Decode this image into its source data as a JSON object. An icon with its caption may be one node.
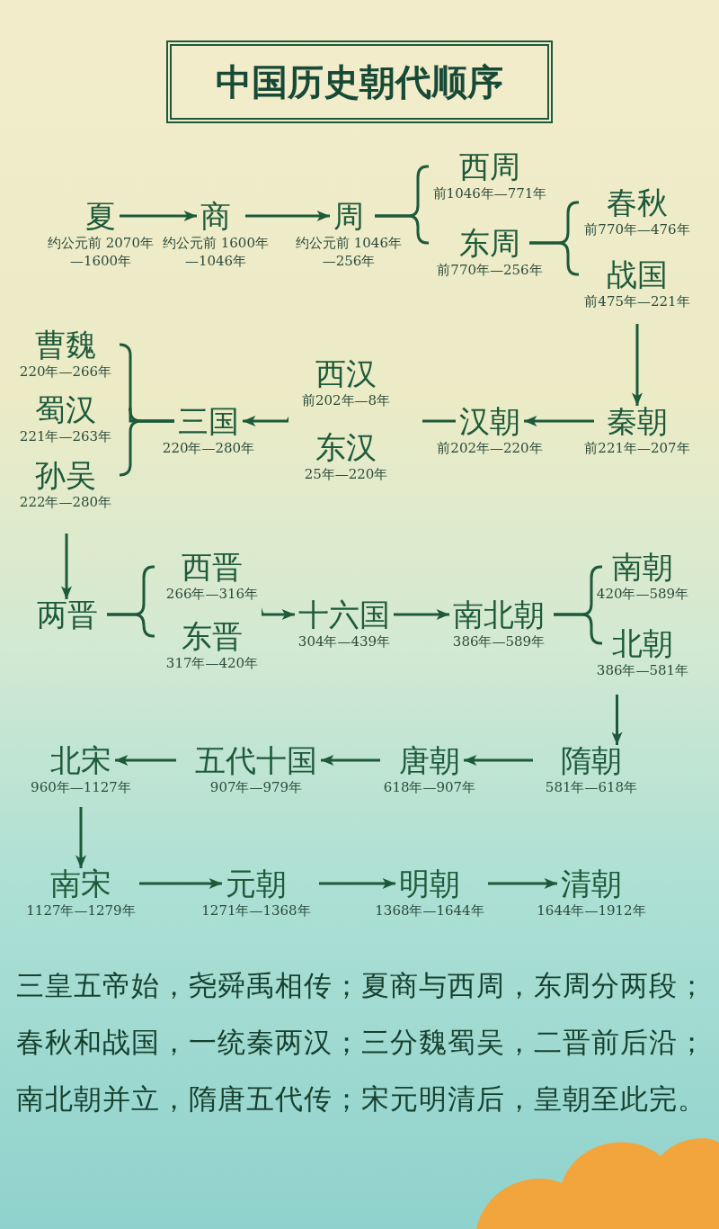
{
  "diagram": {
    "title": "中国历史朝代顺序",
    "nodes": [
      {
        "text": [
          "夏"
        ],
        "beside": [
          "约公元前 2070年—1600年"
        ]
      },
      {
        "text": [
          "商"
        ],
        "beside": [
          "约公元前 1600年—1046年"
        ]
      },
      {
        "text": [
          "周"
        ],
        "beside": [
          "约公元前 1046年—256年"
        ]
      },
      {
        "text": [
          "西周"
        ],
        "beside": [
          "前1046年—771年"
        ]
      },
      {
        "text": [
          "东周"
        ],
        "beside": [
          "前770年—256年"
        ]
      },
      {
        "text": [
          "春秋"
        ],
        "beside": [
          "前770年—476年"
        ]
      },
      {
        "text": [
          "战国"
        ],
        "beside": [
          "前475年—221年"
        ]
      },
      {
        "text": [
          "曹魏"
        ],
        "beside": [
          "220年—266年"
        ]
      },
      {
        "text": [
          "蜀汉"
        ],
        "beside": [
          "221年—263年"
        ]
      },
      {
        "text": [
          "孙吴"
        ],
        "beside": [
          "222年—280年"
        ]
      },
      {
        "text": [
          "三国"
        ],
        "beside": [
          "220年—280年"
        ]
      },
      {
        "text": [
          "西汉"
        ],
        "beside": [
          "前202年—8年"
        ]
      },
      {
        "text": [
          "东汉"
        ],
        "beside": [
          "25年—220年"
        ]
      },
      {
        "text": [
          "汉朝"
        ],
        "beside": [
          "前202年—220年"
        ]
      },
      {
        "text": [
          "秦朝"
        ],
        "beside": [
          "前221年—207年"
        ]
      },
      {
        "text": [
          "两晋"
        ]
      },
      {
        "text": [
          "西晋"
        ],
        "beside": [
          "266年—316年"
        ]
      },
      {
        "text": [
          "东晋"
        ],
        "beside": [
          "317年—420年"
        ]
      },
      {
        "text": [
          "十六国"
        ],
        "beside": [
          "304年—439年"
        ]
      },
      {
        "text": [
          "南北朝"
        ],
        "beside": [
          "386年—589年"
        ]
      },
      {
        "text": [
          "南朝"
        ],
        "beside": [
          "420年—589年"
        ]
      },
      {
        "text": [
          "北朝"
        ],
        "beside": [
          "386年—581年"
        ]
      },
      {
        "text": [
          "北宋"
        ],
        "beside": [
          "960年—1127年"
        ]
      },
      {
        "text": [
          "五代十国"
        ],
        "beside": [
          "907年—979年"
        ]
      },
      {
        "text": [
          "唐朝"
        ],
        "beside": [
          "618年—907年"
        ]
      },
      {
        "text": [
          "隋朝"
        ],
        "beside": [
          "581年—618年"
        ]
      },
      {
        "text": [
          "南宋"
        ],
        "beside": [
          "1127年—1279年"
        ]
      },
      {
        "text": [
          "元朝"
        ],
        "beside": [
          "1271年—1368年"
        ]
      },
      {
        "text": [
          "明朝"
        ],
        "beside": [
          "1368年—1644年"
        ]
      },
      {
        "text": [
          "清朝"
        ],
        "beside": [
          "1644年—1912年"
        ]
      }
    ],
    "edges": [
      {
        "from": 0,
        "to": 1,
        "arrow": "to"
      },
      {
        "from": 1,
        "to": 2,
        "arrow": "to"
      },
      {
        "from": 2,
        "to": 3,
        "arrow": "none"
      },
      {
        "from": 2,
        "to": 4,
        "arrow": "none"
      },
      {
        "from": 4,
        "to": 5,
        "arrow": "none"
      },
      {
        "from": 4,
        "to": 6,
        "arrow": "none"
      },
      {
        "from": 6,
        "to": 14,
        "arrow": "to"
      },
      {
        "from": 14,
        "to": 13,
        "arrow": "to"
      },
      {
        "from": null,
        "to": 13,
        "arrow": "none"
      },
      {
        "from": 11,
        "to": 10,
        "arrow": "to"
      },
      {
        "from": 7,
        "to": 10,
        "arrow": "none"
      },
      {
        "from": 8,
        "to": 10,
        "arrow": "none"
      },
      {
        "from": 9,
        "to": 10,
        "arrow": "none"
      },
      {
        "from": 9,
        "to": 15,
        "arrow": "to"
      },
      {
        "from": 15,
        "to": 16,
        "arrow": "none"
      },
      {
        "from": 15,
        "to": 17,
        "arrow": "none"
      },
      {
        "from": 16,
        "to": 18,
        "arrow": "to"
      },
      {
        "from": 18,
        "to": 19,
        "arrow": "to"
      },
      {
        "from": 19,
        "to": 20,
        "arrow": "none"
      },
      {
        "from": 19,
        "to": 21,
        "arrow": "none"
      },
      {
        "from": 21,
        "to": 25,
        "arrow": "to"
      },
      {
        "from": 25,
        "to": 24,
        "arrow": "to"
      },
      {
        "from": 24,
        "to": 23,
        "arrow": "to"
      },
      {
        "from": 23,
        "to": 22,
        "arrow": "to"
      },
      {
        "from": 22,
        "to": 26,
        "arrow": "to"
      },
      {
        "from": 26,
        "to": 27,
        "arrow": "to"
      },
      {
        "from": 27,
        "to": 28,
        "arrow": "to"
      },
      {
        "from": 28,
        "to": 29,
        "arrow": "to"
      }
    ],
    "labels": [
      "三皇五帝始，尧舜禹相传；夏商与西周，东周分两段；",
      "春秋和战国，一统秦两汉；三分魏蜀吴，二晋前后沿；",
      "南北朝并立，隋唐五代传；宋元明清后，皇朝至此完。"
    ]
  }
}
